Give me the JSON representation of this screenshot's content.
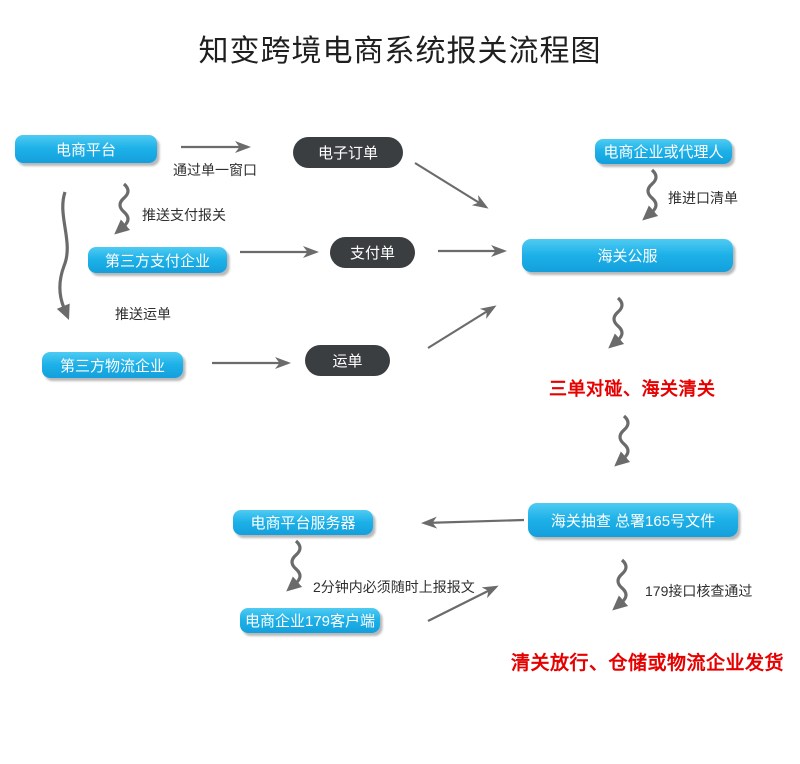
{
  "title": "知变跨境电商系统报关流程图",
  "colors": {
    "box_blue": "#1db1e8",
    "box_blue_light": "#4fcbf2",
    "box_blue_dark": "#149fdc",
    "pill_dark": "#3a3e41",
    "arrow_gray": "#6b6b6b",
    "label_text": "#2f2f2f",
    "status_red": "#e60000",
    "box_text": "#ffffff",
    "title_text": "#1f1f1f"
  },
  "nodes": {
    "platform": {
      "label": "电商平台"
    },
    "payment_company": {
      "label": "第三方支付企业"
    },
    "logistics_company": {
      "label": "第三方物流企业"
    },
    "electronic_order": {
      "label": "电子订单"
    },
    "payment_order": {
      "label": "支付单"
    },
    "waybill": {
      "label": "运单"
    },
    "agent": {
      "label": "电商企业或代理人"
    },
    "customs_service": {
      "label": "海关公服"
    },
    "customs_inspection": {
      "label": "海关抽查 总署165号文件"
    },
    "platform_server": {
      "label": "电商平台服务器"
    },
    "client_179": {
      "label": "电商企业179客户端"
    }
  },
  "edge_labels": {
    "single_window": "通过单一窗口",
    "push_payment_declaration": "推送支付报关",
    "push_waybill": "推送运单",
    "push_import_list": "推进口清单",
    "report_within_2min": "2分钟内必须随时上报报文",
    "interface_179_check": "179接口核查通过"
  },
  "status_texts": {
    "three_orders_match": "三单对碰、海关清关",
    "clearance_release": "清关放行、仓储或物流企业发货"
  }
}
